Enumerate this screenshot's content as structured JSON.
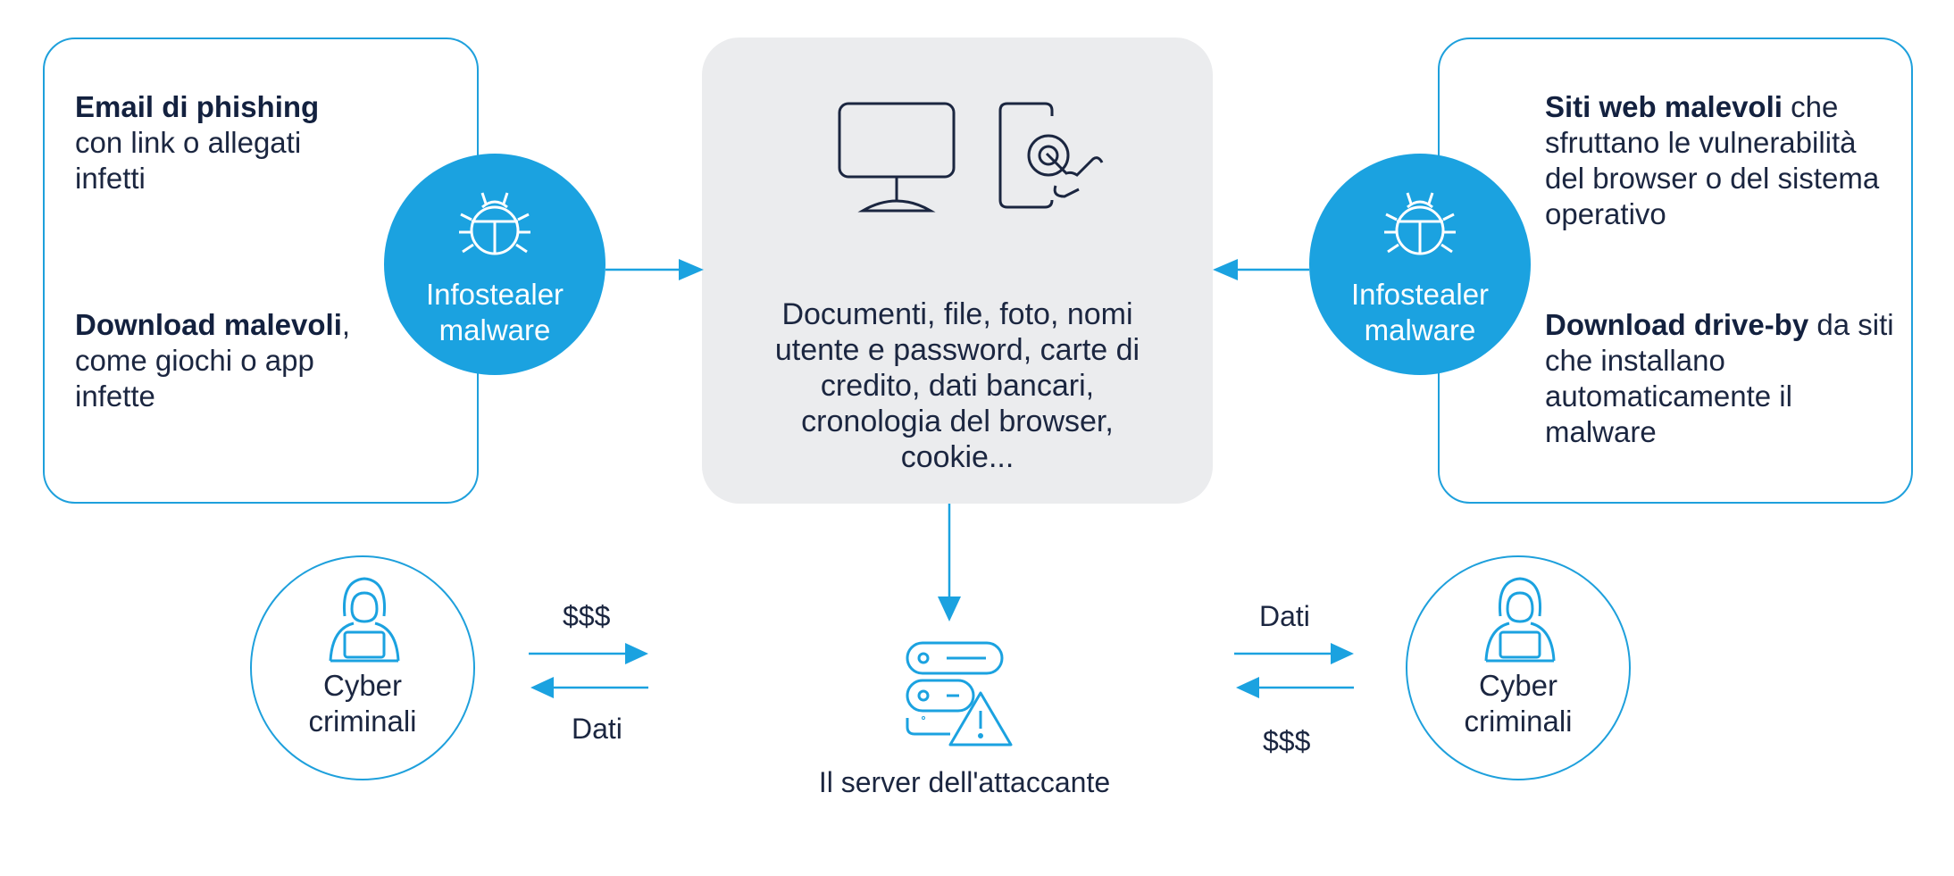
{
  "left_box": {
    "item1_bold": "Email di phishing",
    "item1_rest": "con link o allegati infetti",
    "item2_bold": "Download malevoli",
    "item2_comma": ",",
    "item2_rest": "come giochi o app infette"
  },
  "right_box": {
    "item1_bold": "Siti web malevoli",
    "item1_rest": " che sfruttano le vulnerabilità del browser o del sistema operativo",
    "item2_bold": "Download drive-by",
    "item2_rest": " da siti che installano automaticamente il malware"
  },
  "malware_left": {
    "line1": "Infostealer",
    "line2": "malware",
    "icon": "bug-icon"
  },
  "malware_right": {
    "line1": "Infostealer",
    "line2": "malware",
    "icon": "bug-icon"
  },
  "center_box": {
    "icons": [
      "monitor-icon",
      "touch-device-icon"
    ],
    "text_lines": [
      "Documenti, file, foto, nomi",
      "utente e password, carte di",
      "credito, dati bancari,",
      "cronologia del browser,",
      "cookie..."
    ]
  },
  "server": {
    "label": "Il server dell'attaccante",
    "icon": "server-warning-icon"
  },
  "criminal_left": {
    "line1": "Cyber",
    "line2": "criminali",
    "icon": "hacker-icon"
  },
  "criminal_right": {
    "line1": "Cyber",
    "line2": "criminali",
    "icon": "hacker-icon"
  },
  "exchange_left": {
    "top_label": "$$$",
    "bottom_label": "Dati"
  },
  "exchange_right": {
    "top_label": "Dati",
    "bottom_label": "$$$"
  },
  "colors": {
    "accent": "#1ba2e0",
    "text": "#1b2640",
    "panel": "#ebecee"
  }
}
